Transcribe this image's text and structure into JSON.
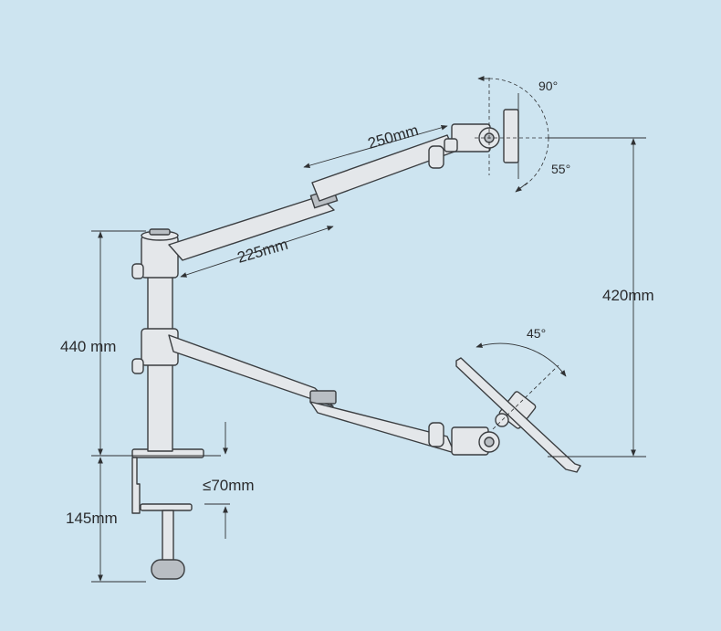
{
  "dimensions": {
    "upper_arm_length": "250mm",
    "lower_arm_length": "225mm",
    "right_height": "420mm",
    "left_height": "440 mm",
    "desk_thickness": "≤70mm",
    "clamp_height": "145mm"
  },
  "angles": {
    "monitor_tilt_up": "90°",
    "monitor_tilt_down": "55°",
    "laptop_tilt": "45°"
  },
  "colors": {
    "background": "#cde4f0",
    "part_fill": "#e4e7ea",
    "outline": "#3a3d40"
  }
}
